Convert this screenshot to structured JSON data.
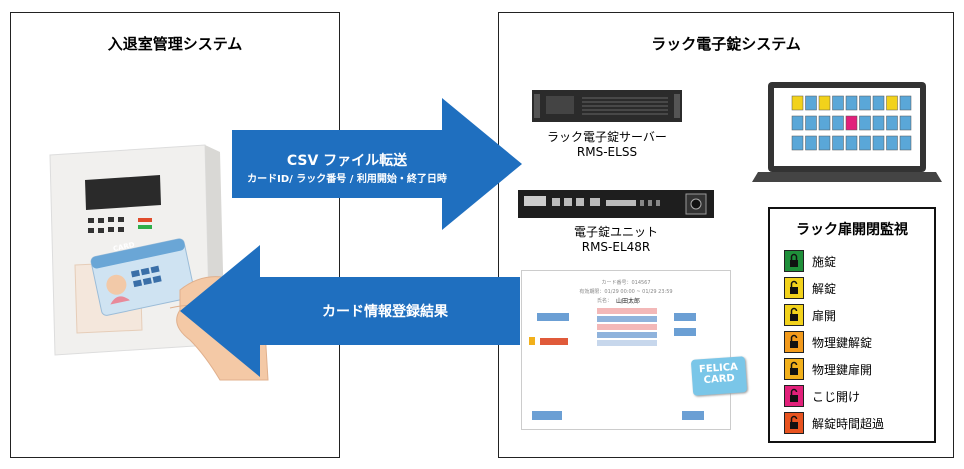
{
  "left_panel": {
    "title": "入退室管理システム"
  },
  "right_panel": {
    "title": "ラック電子錠システム"
  },
  "arrow_right": {
    "line1": "CSV ファイル転送",
    "line2": "カードID/ ラック番号 / 利用開始・終了日時"
  },
  "arrow_left": {
    "label": "カード情報登録結果"
  },
  "server": {
    "name": "ラック電子錠サーバー",
    "model": "RMS-ELSS"
  },
  "unit": {
    "name": "電子錠ユニット",
    "model": "RMS-EL48R"
  },
  "card_reader": {
    "card_text": "CARD"
  },
  "screen": {
    "line1": "カード番号：014567",
    "line2": "有効期限：01/29 00:00 ~ 01/29 23:59",
    "line3_label": "氏名：",
    "line3_name": "山田太郎"
  },
  "felica": {
    "line1": "FELICA",
    "line2": "CARD"
  },
  "legend": {
    "title": "ラック扉開閉監視",
    "items": [
      {
        "label": "施錠",
        "color": "#1f8f3a"
      },
      {
        "label": "解錠",
        "color": "#f2d21b"
      },
      {
        "label": "扉開",
        "color": "#f2d21b"
      },
      {
        "label": "物理鍵解錠",
        "color": "#f29a1b"
      },
      {
        "label": "物理鍵扉開",
        "color": "#f2b01b"
      },
      {
        "label": "こじ開け",
        "color": "#e2207a"
      },
      {
        "label": "解錠時間超過",
        "color": "#e8531f"
      }
    ]
  },
  "colors": {
    "arrow": "#1f6fbf",
    "arrow_dark": "#1459a0"
  }
}
